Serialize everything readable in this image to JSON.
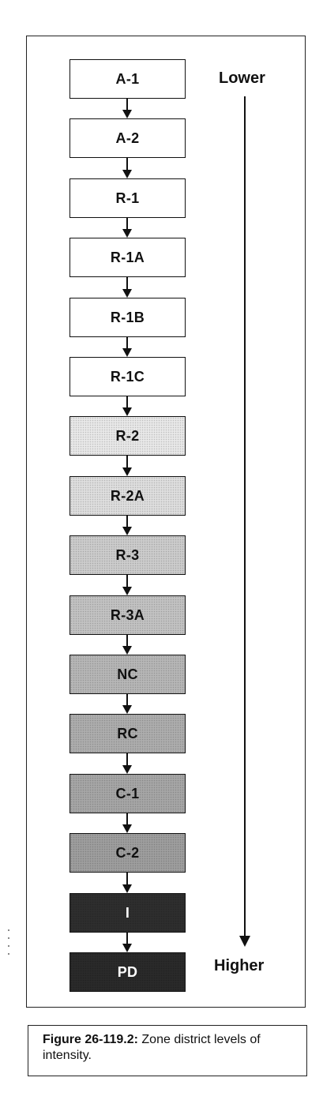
{
  "diagram": {
    "zones": [
      {
        "label": "A-1",
        "fill": "#ffffff",
        "text_color": "#111111"
      },
      {
        "label": "A-2",
        "fill": "#ffffff",
        "text_color": "#111111"
      },
      {
        "label": "R-1",
        "fill": "#ffffff",
        "text_color": "#111111"
      },
      {
        "label": "R-1A",
        "fill": "#ffffff",
        "text_color": "#111111"
      },
      {
        "label": "R-1B",
        "fill": "#ffffff",
        "text_color": "#111111"
      },
      {
        "label": "R-1C",
        "fill": "#ffffff",
        "text_color": "#111111"
      },
      {
        "label": "R-2",
        "fill": "#e8e8e8",
        "text_color": "#111111"
      },
      {
        "label": "R-2A",
        "fill": "#dedede",
        "text_color": "#111111"
      },
      {
        "label": "R-3",
        "fill": "#cccccc",
        "text_color": "#111111"
      },
      {
        "label": "R-3A",
        "fill": "#c2c2c2",
        "text_color": "#111111"
      },
      {
        "label": "NC",
        "fill": "#b6b6b6",
        "text_color": "#111111"
      },
      {
        "label": "RC",
        "fill": "#adadad",
        "text_color": "#111111"
      },
      {
        "label": "C-1",
        "fill": "#a6a6a6",
        "text_color": "#111111"
      },
      {
        "label": "C-2",
        "fill": "#9e9e9e",
        "text_color": "#111111"
      },
      {
        "label": "I",
        "fill": "#2e2e2e",
        "text_color": "#ffffff"
      },
      {
        "label": "PD",
        "fill": "#2a2a2a",
        "text_color": "#ffffff"
      }
    ],
    "scale": {
      "top_label": "Lower",
      "bottom_label": "Higher"
    }
  },
  "caption": {
    "figure_number": "Figure 26-119.2:",
    "text": " Zone district levels of intensity."
  }
}
